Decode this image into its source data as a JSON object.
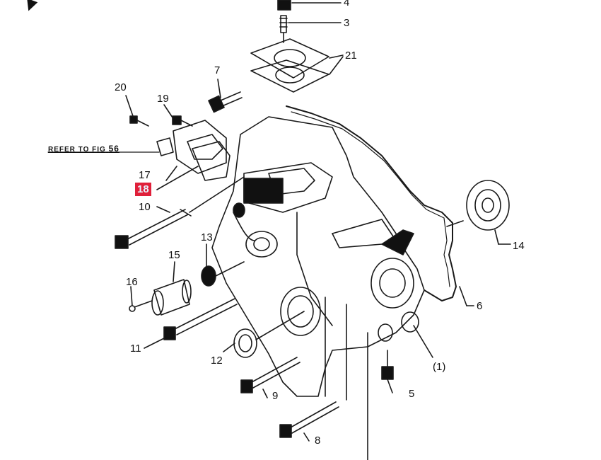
{
  "callouts": {
    "c4": "4",
    "c3": "3",
    "c21": "21",
    "c7": "7",
    "c20": "20",
    "c19": "19",
    "c17": "17",
    "c18": "18",
    "c10": "10",
    "c13": "13",
    "c15": "15",
    "c16": "16",
    "c11": "11",
    "c12": "12",
    "c9": "9",
    "c8": "8",
    "c5": "5",
    "c1": "(1)",
    "c6": "6",
    "c14": "14"
  },
  "reference": {
    "text": "REFER TO FIG",
    "fig": "56"
  },
  "highlight_color": "#e0203a"
}
